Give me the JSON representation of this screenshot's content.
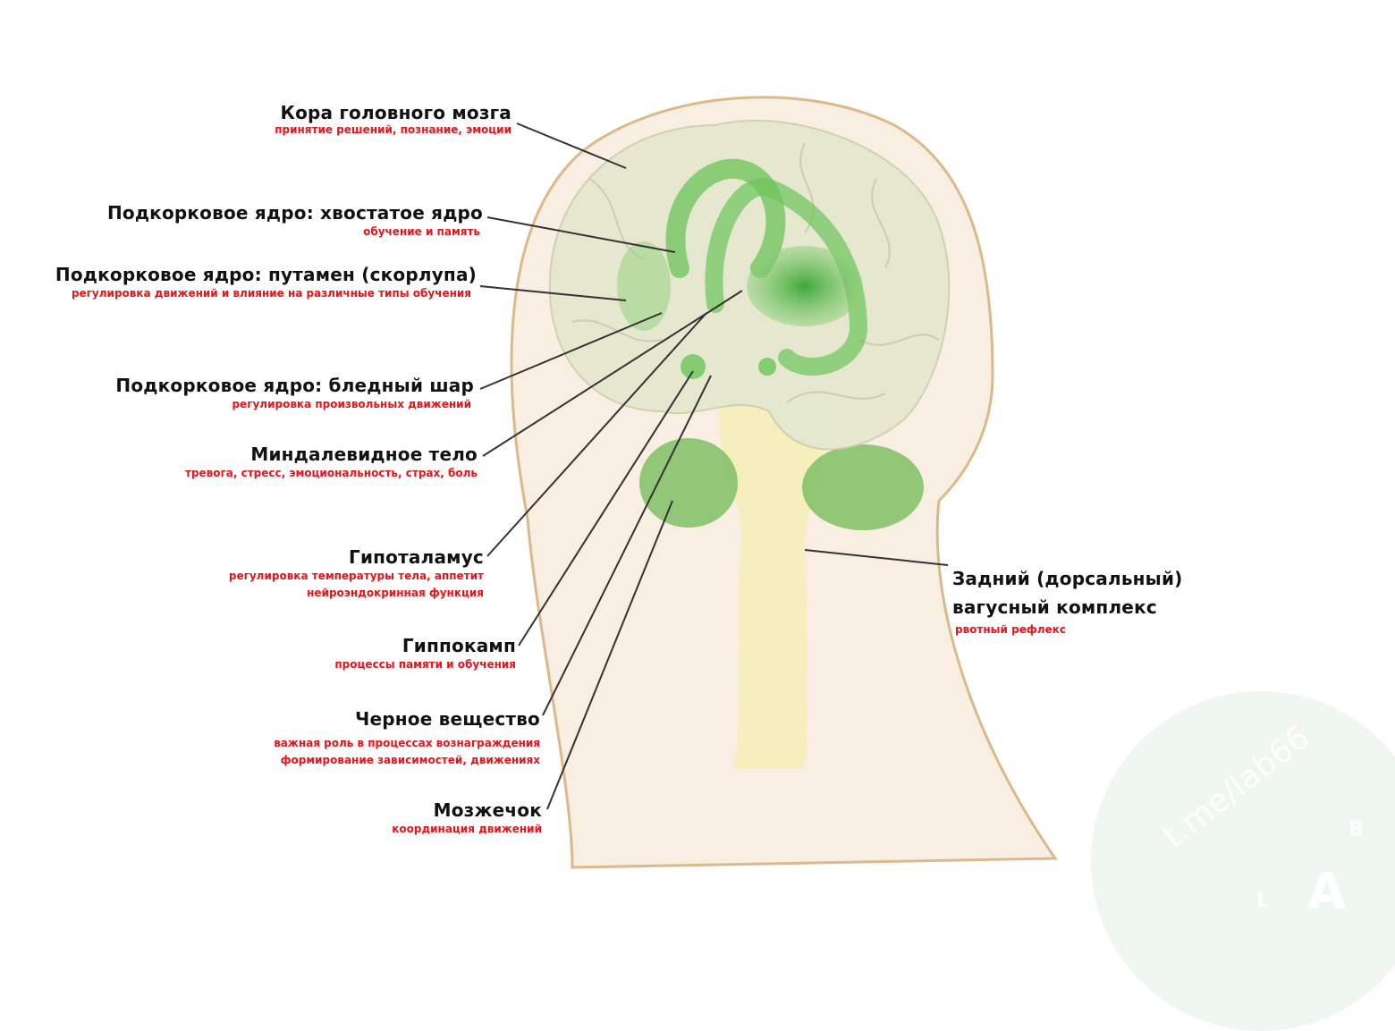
{
  "labels": [
    {
      "title": "Кора головного мозга",
      "desc": [
        "принятие решений, познание, эмоции"
      ]
    },
    {
      "title": "Подкорковое ядро: хвостатое ядро",
      "desc": [
        "обучение и память"
      ]
    },
    {
      "title": "Подкорковое ядро: путамен (скорлупа)",
      "desc": [
        "регулировка движений и влияние на различные типы обучения"
      ]
    },
    {
      "title": "Подкорковое ядро: бледный шар",
      "desc": [
        "регулировка произвольных движений"
      ]
    },
    {
      "title": "Миндалевидное тело",
      "desc": [
        "тревога, стресс, эмоциональность, страх, боль"
      ]
    },
    {
      "title": "Гипоталамус",
      "desc": [
        "регулировка температуры тела, аппетит",
        "нейроэндокринная функция"
      ]
    },
    {
      "title": "Гиппокамп",
      "desc": [
        "процессы памяти и обучения"
      ]
    },
    {
      "title": "Черное вещество",
      "desc": [
        "важная роль в процессах вознаграждения",
        "формирование зависимостей, движениях"
      ]
    },
    {
      "title": "Мозжечок",
      "desc": [
        "координация движений"
      ]
    },
    {
      "title": [
        "Задний (дорсальный)",
        "вагусный комплекс"
      ],
      "desc": [
        "рвотный рефлекс"
      ]
    }
  ],
  "watermark": {
    "text": "t.me/lab66",
    "letters": [
      "L",
      "A",
      "B"
    ]
  },
  "colors": {
    "title": "#111111",
    "desc": "#e8141c",
    "brain": "#e4e8cf",
    "green": "#5fbf4a",
    "skin": "#f7ecdf"
  }
}
